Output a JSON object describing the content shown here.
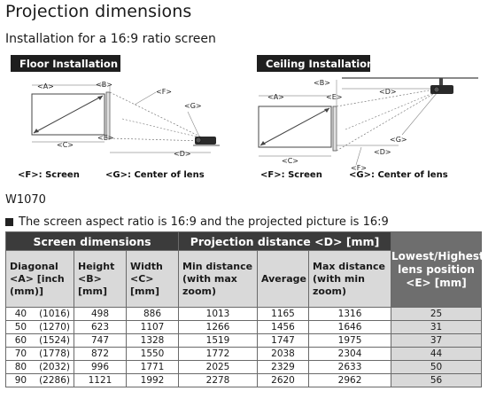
{
  "page": {
    "title": "Projection dimensions",
    "subtitle": "Installation for a 16:9 ratio screen",
    "model": "W1070",
    "note": "The screen aspect ratio is 16:9 and the projected picture is 16:9"
  },
  "floor": {
    "banner": "Floor Installation",
    "labels": {
      "a": "<A>",
      "b": "<B>",
      "c": "<C>",
      "d": "<D>",
      "e": "<E>",
      "f": "<F>",
      "g": "<G>"
    },
    "caption_f": "<F>: Screen",
    "caption_g": "<G>: Center of lens"
  },
  "ceiling": {
    "banner": "Ceiling Installation",
    "labels": {
      "a": "<A>",
      "b": "<B>",
      "c": "<C>",
      "d_top": "<D>",
      "d_bottom": "<D>",
      "e": "<E>",
      "f": "<F>",
      "g": "<G>"
    },
    "caption_f": "<F>: Screen",
    "caption_g": "<G>: Center of lens"
  },
  "table": {
    "group_screen": "Screen dimensions",
    "group_projection": "Projection distance <D> [mm]",
    "group_lens": "Lowest/Highest lens position <E> [mm]",
    "col_diagonal": "Diagonal <A> [inch (mm)]",
    "col_height": "Height <B> [mm]",
    "col_width": "Width <C> [mm]",
    "col_min": "Min distance (with max zoom)",
    "col_avg": "Average",
    "col_max": "Max distance (with min zoom)",
    "rows": [
      {
        "inch": "40",
        "mm": "(1016)",
        "height": "498",
        "width": "886",
        "min": "1013",
        "avg": "1165",
        "max": "1316",
        "lens": "25"
      },
      {
        "inch": "50",
        "mm": "(1270)",
        "height": "623",
        "width": "1107",
        "min": "1266",
        "avg": "1456",
        "max": "1646",
        "lens": "31"
      },
      {
        "inch": "60",
        "mm": "(1524)",
        "height": "747",
        "width": "1328",
        "min": "1519",
        "avg": "1747",
        "max": "1975",
        "lens": "37"
      },
      {
        "inch": "70",
        "mm": "(1778)",
        "height": "872",
        "width": "1550",
        "min": "1772",
        "avg": "2038",
        "max": "2304",
        "lens": "44"
      },
      {
        "inch": "80",
        "mm": "(2032)",
        "height": "996",
        "width": "1771",
        "min": "2025",
        "avg": "2329",
        "max": "2633",
        "lens": "50"
      },
      {
        "inch": "90",
        "mm": "(2286)",
        "height": "1121",
        "width": "1992",
        "min": "2278",
        "avg": "2620",
        "max": "2962",
        "lens": "56"
      }
    ]
  }
}
